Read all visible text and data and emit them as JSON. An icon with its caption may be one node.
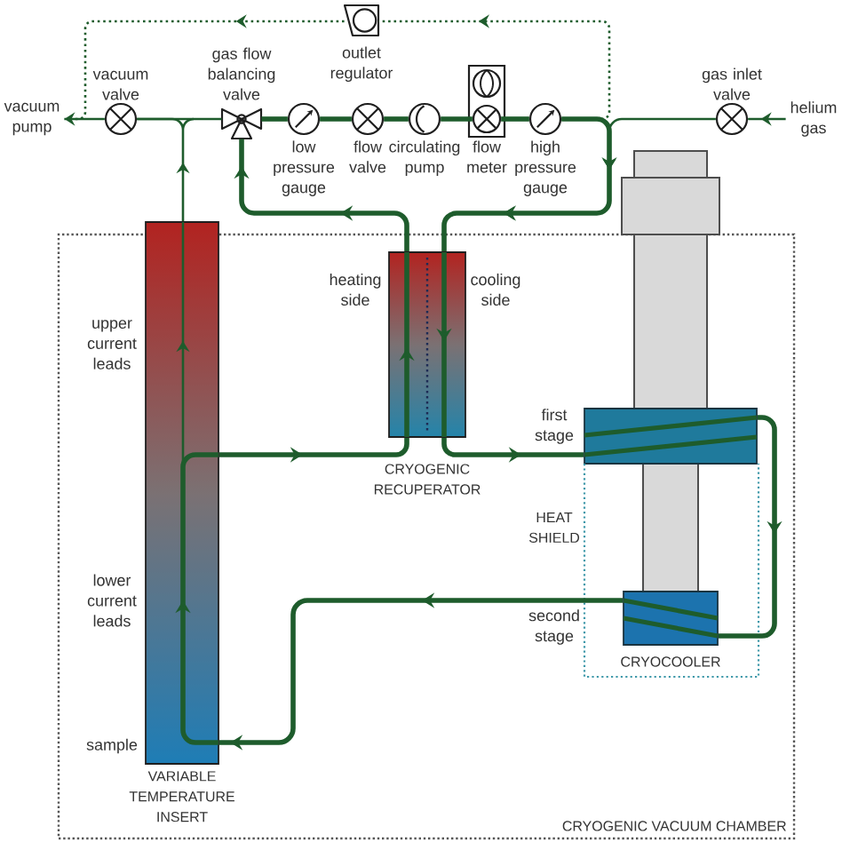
{
  "diagram": {
    "nodes": [
      {
        "text": [
          "vacuum pump"
        ]
      },
      {
        "text": [
          "vacuum valve"
        ]
      },
      {
        "text": [
          "gas flow balancing valve"
        ]
      },
      {
        "text": [
          "outlet regulator"
        ]
      },
      {
        "text": [
          "low pressure gauge"
        ]
      },
      {
        "text": [
          "flow valve"
        ]
      },
      {
        "text": [
          "circulating pump"
        ]
      },
      {
        "text": [
          "flow meter"
        ]
      },
      {
        "text": [
          "high pressure gauge"
        ]
      },
      {
        "text": [
          "gas inlet valve"
        ]
      },
      {
        "text": [
          "helium gas"
        ]
      },
      {
        "text": [
          "CRYOGENIC VACUUM CHAMBER"
        ]
      },
      {
        "text": [
          "VARIABLE TEMPERATURE INSERT"
        ],
        "beside": [
          "upper current leads",
          "lower current leads",
          "sample"
        ],
        "in": 11
      },
      {
        "text": [
          "CRYOGENIC RECUPERATOR"
        ],
        "beside": [
          "heating side",
          "cooling side"
        ],
        "in": 11
      },
      {
        "text": [
          "first stage"
        ],
        "in": 11
      },
      {
        "text": [
          "HEAT SHIELD"
        ],
        "in": 11
      },
      {
        "text": [
          "second stage"
        ],
        "beside": [
          "CRYOCOOLER"
        ],
        "in": 15
      }
    ],
    "edges": [
      {
        "from": 1,
        "to": 0,
        "arrow": "to"
      },
      {
        "from": 2,
        "to": 1,
        "arrow": "none"
      },
      {
        "from": 12,
        "to": 1,
        "arrow": "to"
      },
      {
        "from": 10,
        "to": 9,
        "arrow": "to"
      },
      {
        "from": 9,
        "to": 13,
        "arrow": "to"
      },
      {
        "from": 8,
        "to": 3,
        "arrow": "to",
        "style": "dashed"
      },
      {
        "from": 3,
        "to": 0,
        "arrow": "to",
        "style": "dashed"
      },
      {
        "from": 2,
        "to": 4,
        "arrow": "none"
      },
      {
        "from": 4,
        "to": 5,
        "arrow": "none"
      },
      {
        "from": 5,
        "to": 6,
        "arrow": "none"
      },
      {
        "from": 6,
        "to": 7,
        "arrow": "none"
      },
      {
        "from": 7,
        "to": 8,
        "arrow": "none"
      },
      {
        "from": 8,
        "to": 13,
        "arrow": "to"
      },
      {
        "from": 13,
        "to": 14,
        "arrow": "to"
      },
      {
        "from": 14,
        "to": 16,
        "arrow": "to"
      },
      {
        "from": 16,
        "to": 12,
        "arrow": "to"
      },
      {
        "from": 12,
        "to": 13,
        "arrow": "to"
      },
      {
        "from": 13,
        "to": 2,
        "arrow": "to"
      }
    ]
  }
}
